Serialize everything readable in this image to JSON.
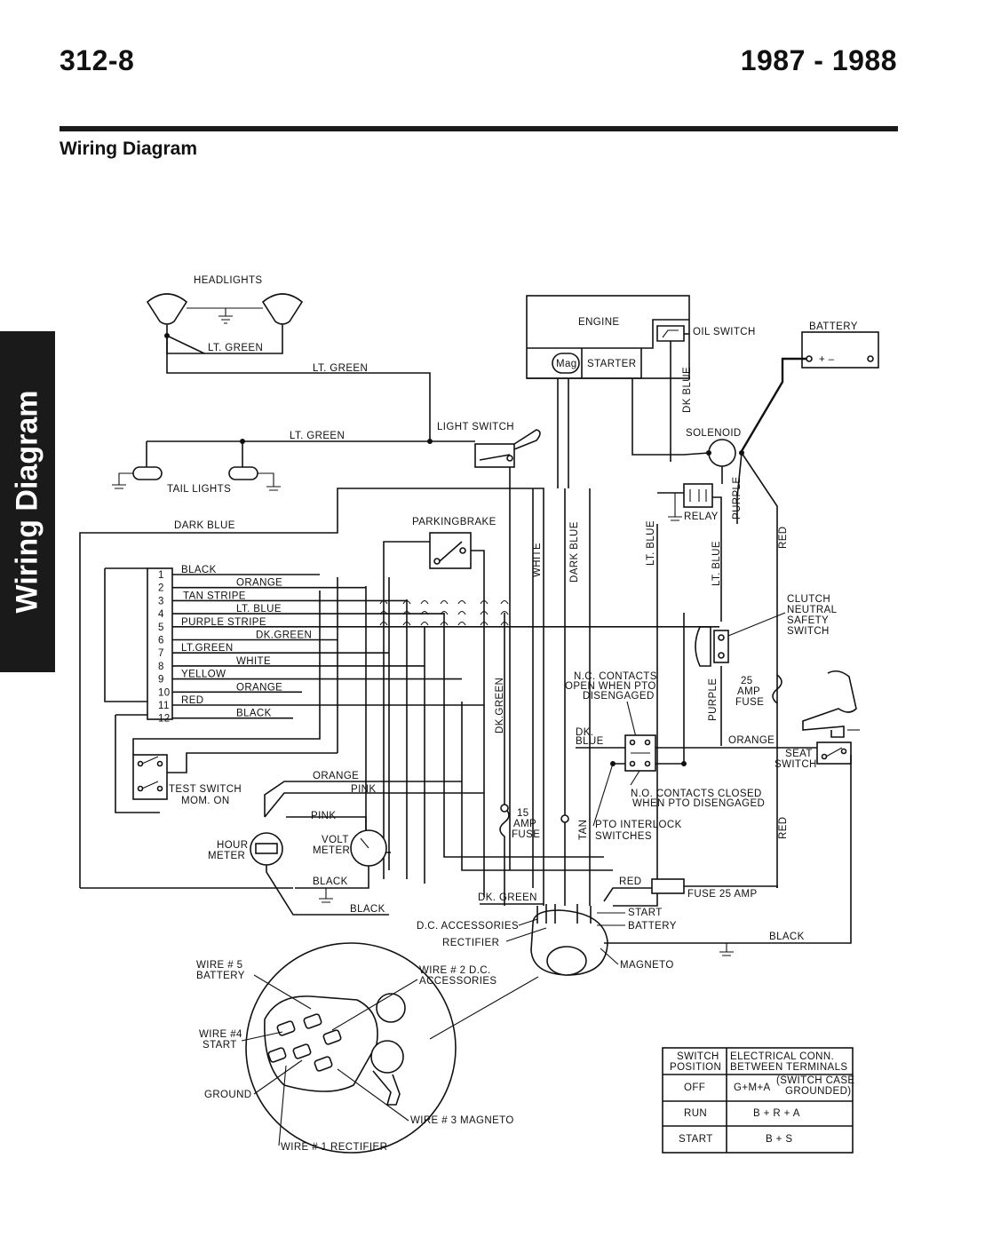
{
  "header": {
    "page_number": "312-8",
    "years": "1987 - 1988",
    "section_title": "Wiring Diagram"
  },
  "side_tab": {
    "label": "Wiring Diagram"
  },
  "components": {
    "headlights": "HEADLIGHTS",
    "tail_lights": "TAIL LIGHTS",
    "engine": "ENGINE",
    "mag": "Mag",
    "starter": "STARTER",
    "oil_switch": "OIL SWITCH",
    "battery": "BATTERY",
    "battery_terminals": "+    –",
    "solenoid": "SOLENOID",
    "relay": "RELAY",
    "light_switch": "LIGHT SWITCH",
    "parking_brake": "PARKINGBRAKE",
    "clutch_neutral_safety_switch": [
      "CLUTCH",
      "NEUTRAL",
      "SAFETY",
      "SWITCH"
    ],
    "fuse_25_amp": [
      "25",
      "AMP",
      "FUSE"
    ],
    "fuse_15_amp": [
      "15",
      "AMP",
      "FUSE"
    ],
    "nc_contacts": [
      "N.C. CONTACTS",
      "OPEN WHEN PTO",
      "DISENGAGED"
    ],
    "no_contacts": [
      "N.O. CONTACTS CLOSED",
      "WHEN PTO DISENGAGED"
    ],
    "pto_interlock": [
      "PTO INTERLOCK",
      "SWITCHES"
    ],
    "seat_switch": [
      "SEAT",
      "SWITCH"
    ],
    "test_switch": [
      "TEST SWITCH",
      "MOM. ON"
    ],
    "hour_meter": [
      "HOUR",
      "METER"
    ],
    "volt_meter": [
      "VOLT",
      "METER"
    ],
    "fuse_25_amp_lower": "FUSE  25 AMP",
    "key_switch_terminals": {
      "start": "START",
      "battery": "BATTERY",
      "magneto": "MAGNETO",
      "dc_accessories": "D.C. ACCESSORIES",
      "rectifier": "RECTIFIER"
    }
  },
  "wire_labels": {
    "lt_green": "LT. GREEN",
    "dark_blue": "DARK BLUE",
    "dk_blue": "DK BLUE",
    "purple": "PURPLE",
    "red": "RED",
    "white": "WHITE",
    "lt_blue": "LT. BLUE",
    "dk_green": "DK.GREEN",
    "dk_green_b": "DK. GREEN",
    "orange": "ORANGE",
    "pink": "PINK",
    "black": "BLACK",
    "tan": "TAN",
    "dk_blue_pto": [
      "DK.",
      "BLUE"
    ]
  },
  "connector_pins": [
    "1",
    "2",
    "3",
    "4",
    "5",
    "6",
    "7",
    "8",
    "9",
    "10",
    "11",
    "12"
  ],
  "connector_wires": [
    "BLACK",
    "ORANGE",
    "TAN STRIPE",
    "LT. BLUE",
    "PURPLE STRIPE",
    "DK.GREEN",
    "LT.GREEN",
    "WHITE",
    "YELLOW",
    "ORANGE",
    "RED",
    "BLACK"
  ],
  "key_detail": {
    "wire5": [
      "WIRE # 5",
      "BATTERY"
    ],
    "wire2": [
      "WIRE # 2  D.C.",
      "ACCESSORIES"
    ],
    "wire4": [
      "WIRE #4",
      "START"
    ],
    "ground": "GROUND",
    "wire3": "WIRE # 3  MAGNETO",
    "wire1": "WIRE # 1  RECTIFIER"
  },
  "switch_table": {
    "headers": [
      [
        "SWITCH",
        "POSITION"
      ],
      [
        "ELECTRICAL CONN.",
        "BETWEEN TERMINALS"
      ]
    ],
    "rows": [
      {
        "position": "OFF",
        "terminals": "G+M+A",
        "note": [
          "(SWITCH CASE",
          "GROUNDED)"
        ]
      },
      {
        "position": "RUN",
        "terminals": "B + R + A"
      },
      {
        "position": "START",
        "terminals": "B + S"
      }
    ]
  }
}
